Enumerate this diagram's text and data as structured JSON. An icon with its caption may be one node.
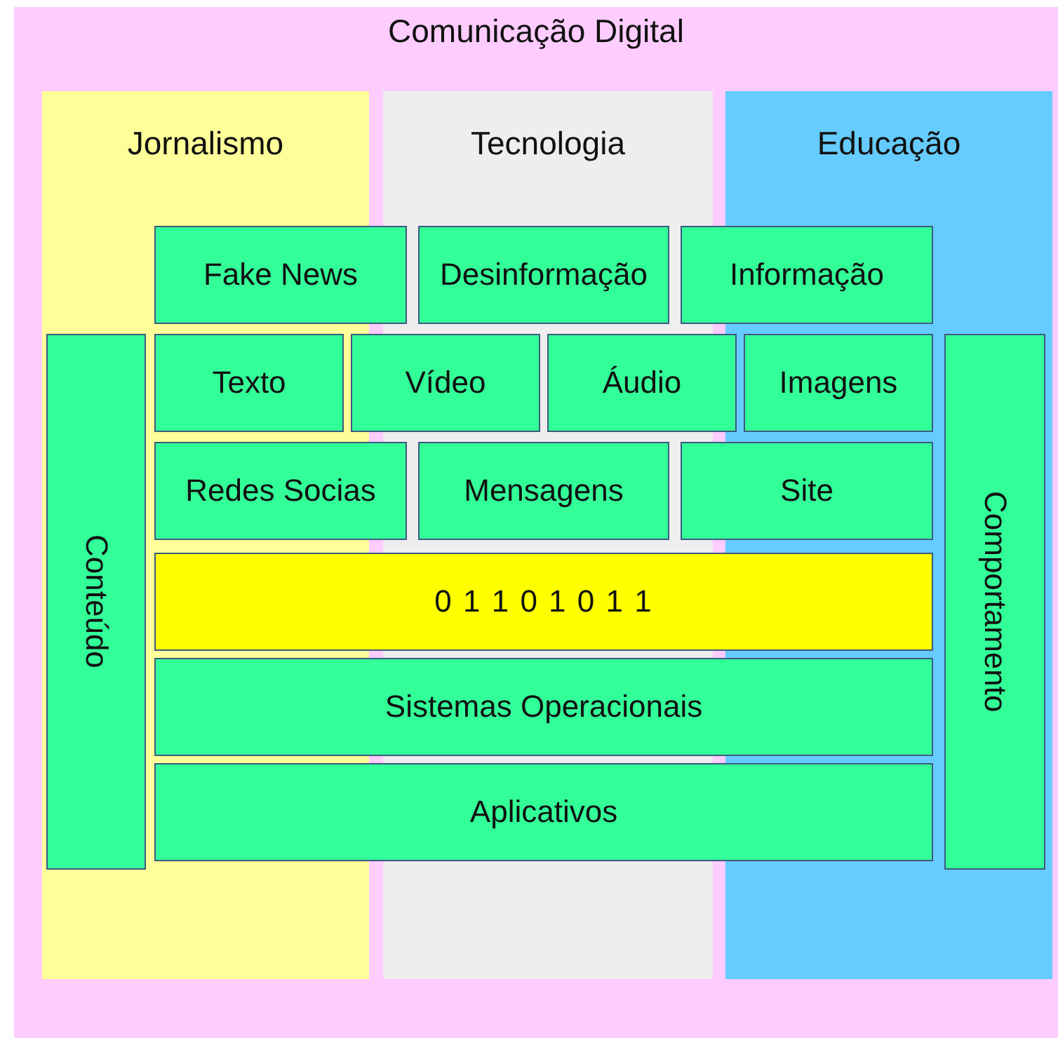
{
  "diagram": {
    "nodes": [
      {
        "text": [
          "Comunicação Digital"
        ]
      },
      {
        "text": [
          "Jornalismo"
        ],
        "in": 0
      },
      {
        "text": [
          "Tecnologia"
        ],
        "in": 0
      },
      {
        "text": [
          "Educação"
        ],
        "in": 0
      },
      {
        "text": [
          "Fake News"
        ],
        "in": 0
      },
      {
        "text": [
          "Desinformação"
        ],
        "in": 2
      },
      {
        "text": [
          "Informação"
        ],
        "in": 0
      },
      {
        "text": [
          "Conteúdo"
        ],
        "in": 1
      },
      {
        "text": [
          "Texto"
        ],
        "in": 1
      },
      {
        "text": [
          "Vídeo"
        ],
        "in": 0
      },
      {
        "text": [
          "Áudio"
        ],
        "in": 0
      },
      {
        "text": [
          "Imagens"
        ],
        "in": 3
      },
      {
        "text": [
          "Comportamento"
        ],
        "in": 3
      },
      {
        "text": [
          "Redes Socias"
        ],
        "in": 0
      },
      {
        "text": [
          "Mensagens"
        ],
        "in": 2
      },
      {
        "text": [
          "Site"
        ],
        "in": 0
      },
      {
        "text": [
          "0 1 1 0 1 0 1 1"
        ],
        "in": 0
      },
      {
        "text": [
          "Sistemas Operacionais"
        ],
        "in": 0
      },
      {
        "text": [
          "Aplicativos"
        ],
        "in": 0
      }
    ]
  }
}
